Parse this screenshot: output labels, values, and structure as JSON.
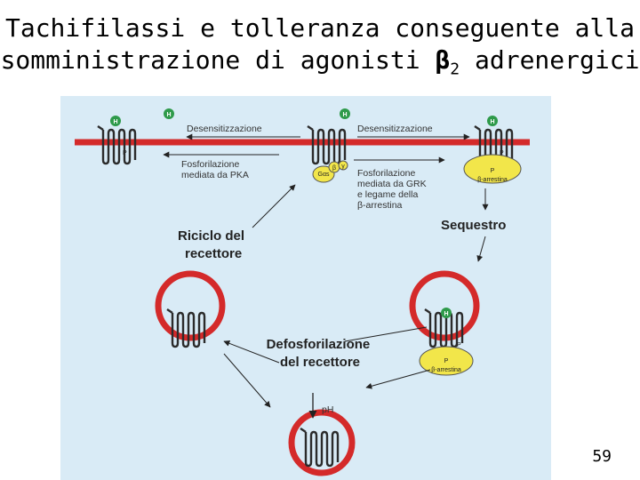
{
  "slide": {
    "title_line1": "Tachifilassi e tolleranza conseguente alla",
    "title_line2_prefix": "somministrazione di agonisti ",
    "title_beta": "β",
    "title_sub": "2",
    "title_line2_suffix": " adrenergici",
    "page_number": "59"
  },
  "diagram": {
    "label_desensitization_left": "Desensitizzazione",
    "label_desensitization_right": "Desensitizzazione",
    "label_pka_line1": "Fosforilazione",
    "label_pka_line2": "mediata da PKA",
    "label_grk_line1": "Fosforilazione",
    "label_grk_line2": "mediata da GRK",
    "label_grk_line3": "e legame della",
    "label_grk_line4": "β-arrestina",
    "label_sequestration": "Sequestro",
    "label_recycling_line1": "Riciclo del",
    "label_recycling_line2": "recettore",
    "label_dephos_line1": "Defosforilazione",
    "label_dephos_line2": "del recettore",
    "label_ph": "pH",
    "badge_h": "H",
    "badge_p": "P",
    "label_arrestin_top": "β-arrestina",
    "label_arrestin_bottom": "β-arrestina",
    "label_galpha": "Gαs",
    "label_gbeta": "β",
    "label_ggamma": "γ",
    "colors": {
      "background_panel": "#d9ebf6",
      "membrane": "#d42a2a",
      "receptor": "#2b2b2b",
      "agonist_badge": "#2e9a4a",
      "arrestin": "#f2e64a",
      "arrow": "#222222"
    }
  }
}
